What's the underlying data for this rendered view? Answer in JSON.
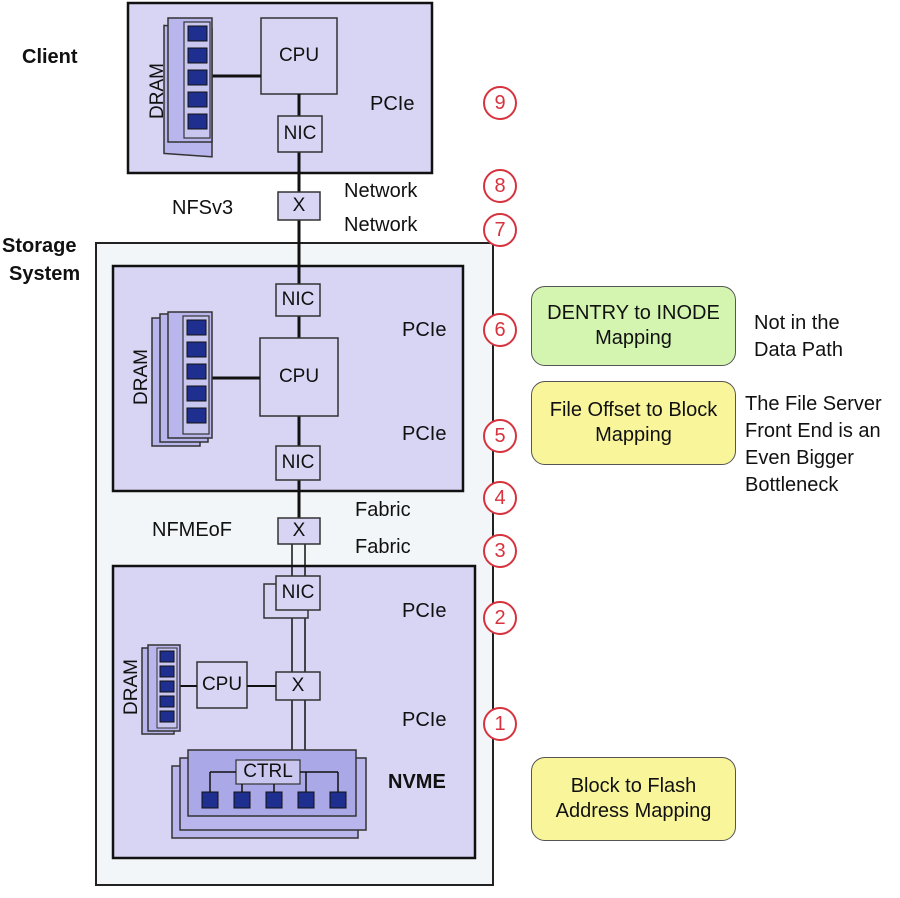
{
  "labels": {
    "client": "Client",
    "storage_system_line1": "Storage",
    "storage_system_line2": "System",
    "nfsv3": "NFSv3",
    "nfmeof": "NFMEoF",
    "network_upper": "Network",
    "network_lower": "Network",
    "fabric_upper": "Fabric",
    "fabric_lower": "Fabric",
    "nvme": "NVME"
  },
  "client": {
    "dram": "DRAM",
    "cpu": "CPU",
    "nic": "NIC",
    "pcie": "PCIe"
  },
  "network_switch": "X",
  "storage_upper": {
    "dram": "DRAM",
    "cpu": "CPU",
    "nic_top": "NIC",
    "nic_bottom": "NIC",
    "pcie_top": "PCIe",
    "pcie_bottom": "PCIe"
  },
  "fabric_switch": "X",
  "storage_lower": {
    "dram": "DRAM",
    "cpu": "CPU",
    "nic": "NIC",
    "switch": "X",
    "ctrl": "CTRL",
    "pcie_top": "PCIe",
    "pcie_bottom": "PCIe"
  },
  "steps": [
    "9",
    "8",
    "7",
    "6",
    "5",
    "4",
    "3",
    "2",
    "1"
  ],
  "notes": {
    "dentry": {
      "line1": "DENTRY to INODE",
      "line2": "Mapping",
      "side1": "Not in the",
      "side2": "Data Path",
      "color": "#d4f5b0"
    },
    "file_offset": {
      "line1": "File Offset to Block",
      "line2": "Mapping",
      "side1": "The File Server",
      "side2": "Front End is an",
      "side3": "Even Bigger",
      "side4": "Bottleneck",
      "color": "#f9f59a"
    },
    "block_flash": {
      "line1": "Block to Flash",
      "line2": "Address Mapping",
      "color": "#f9f59a"
    }
  },
  "colors": {
    "box_fill": "#d8d4f4",
    "chip_fill": "#1f2f8f",
    "step_circle": "#d6333e",
    "module_fill": "#b8b6ec"
  }
}
